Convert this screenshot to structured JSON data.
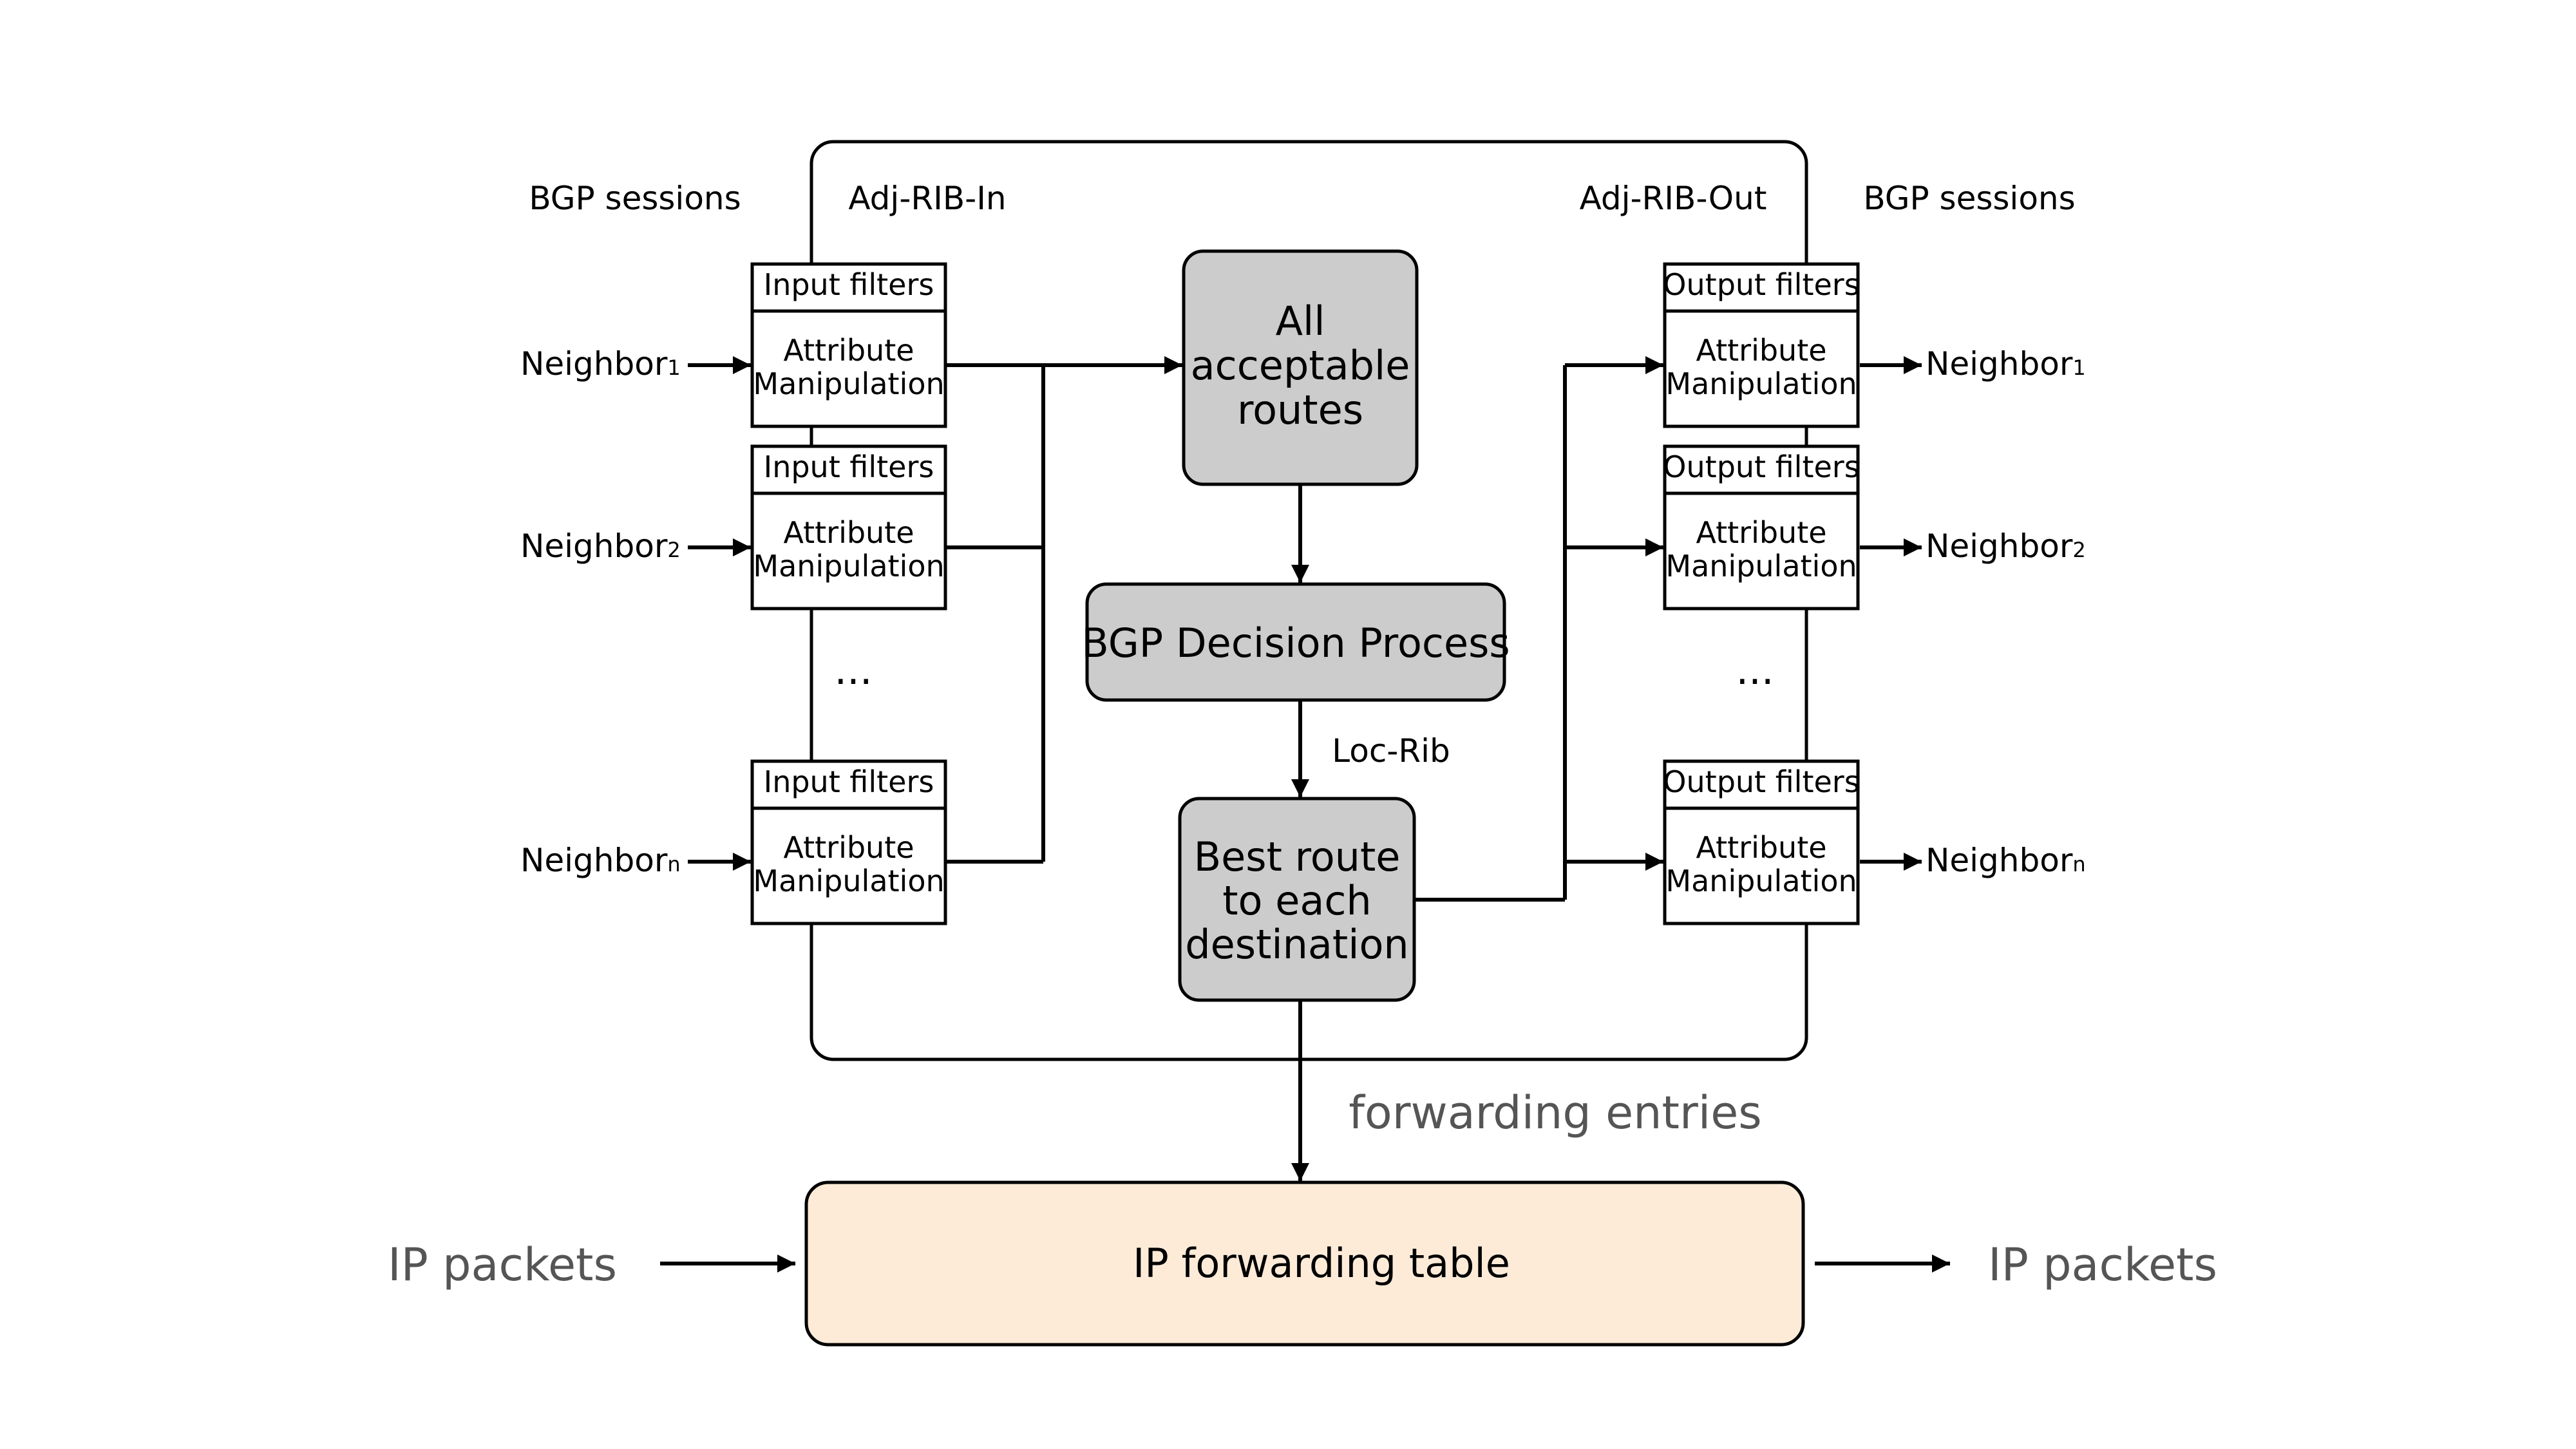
{
  "labels": {
    "bgp_sessions_left": "BGP sessions",
    "adj_rib_in": "Adj-RIB-In",
    "adj_rib_out": "Adj-RIB-Out",
    "bgp_sessions_right": "BGP sessions",
    "loc_rib": "Loc-Rib",
    "forwarding_entries": "forwarding entries",
    "ellipsis": "..."
  },
  "neighbors": [
    {
      "name": "Neighbor",
      "sub": "1"
    },
    {
      "name": "Neighbor",
      "sub": "2"
    },
    {
      "name": "Neighbor",
      "sub": "n"
    }
  ],
  "filter": {
    "input_label": "Input filters",
    "output_label": "Output filters",
    "attr_line1": "Attribute",
    "attr_line2": "Manipulation"
  },
  "center": {
    "all_routes": [
      "All",
      "acceptable",
      "routes"
    ],
    "decision": "BGP Decision Process",
    "best_route": [
      "Best route",
      "to each",
      "destination"
    ]
  },
  "forwarding": {
    "table": "IP forwarding table",
    "packets_in": "IP packets",
    "packets_out": "IP packets"
  },
  "colors": {
    "process_fill": "#cccccc",
    "table_fill": "#fdebd8",
    "muted_text": "#555555"
  }
}
